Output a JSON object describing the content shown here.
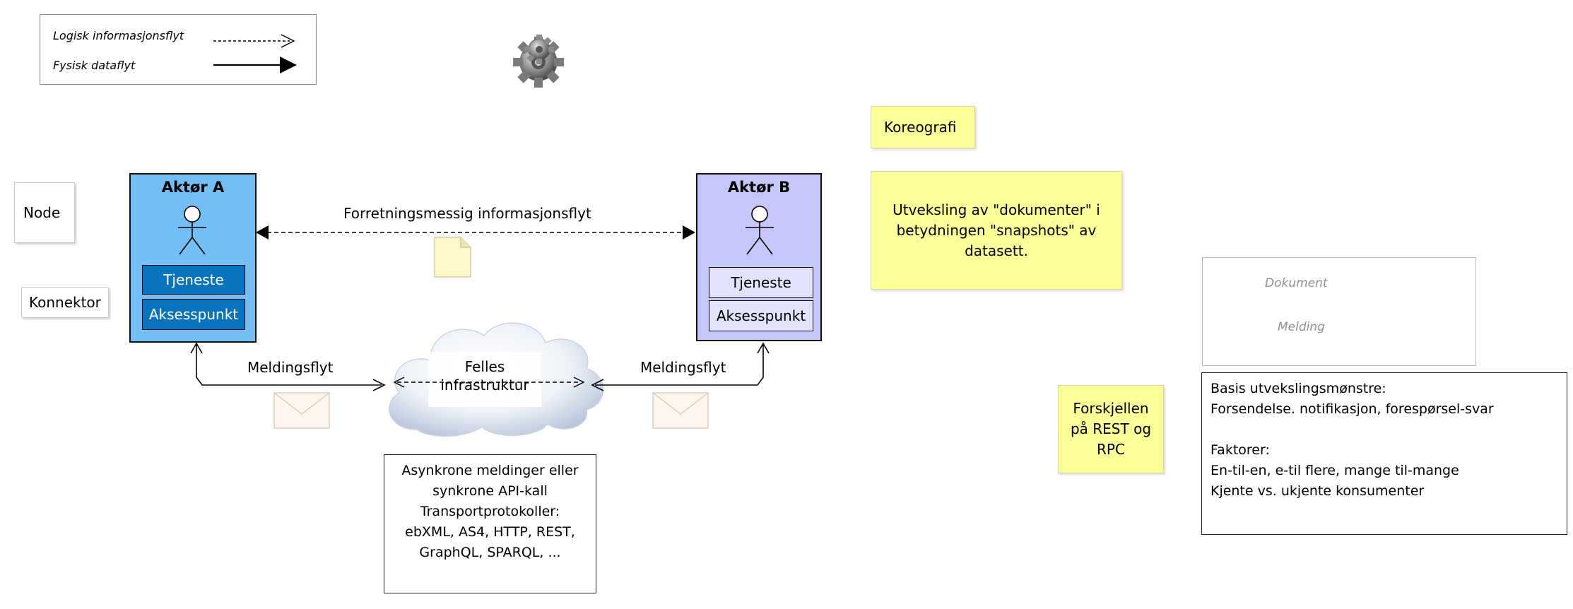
{
  "legend": {
    "logical_flow": "Logisk informasjonsflyt",
    "physical_flow": "Fysisk dataflyt"
  },
  "node_label": "Node",
  "connector_label": "Konnektor",
  "actor_a": {
    "title": "Aktør A",
    "service": "Tjeneste",
    "access_point": "Aksesspunkt"
  },
  "actor_b": {
    "title": "Aktør B",
    "service": "Tjeneste",
    "access_point": "Aksesspunkt"
  },
  "business_flow_label": "Forretningsmessig informasjonsflyt",
  "message_flow_left": "Meldingsflyt",
  "message_flow_right": "Meldingsflyt",
  "cloud": {
    "line1": "Felles",
    "line2": "infrastruktur"
  },
  "async_note": {
    "lines": [
      "Asynkrone meldinger eller",
      "synkrone API-kall",
      "Transportprotokoller:",
      "ebXML, AS4, HTTP, REST,",
      "GraphQL, SPARQL, ..."
    ]
  },
  "koreografi": "Koreografi",
  "snapshot_note": {
    "lines": [
      "Utveksling av \"dokumenter\" i",
      "betydningen \"snapshots\" av",
      "datasett."
    ]
  },
  "rest_note": {
    "lines": [
      "Forskjellen",
      "på REST og",
      "RPC"
    ]
  },
  "doc_legend": {
    "document": "Dokument",
    "message": "Melding"
  },
  "patterns_note": {
    "lines": [
      "Basis utvekslingsmønstre:",
      "Forsendelse. notifikasjon, forespørsel-svar",
      "",
      "Faktorer:",
      "En-til-en, e-til flere, mange til-mange",
      "Kjente vs. ukjente konsumenter"
    ]
  },
  "colors": {
    "actor_a_fill": "#74bef8",
    "actor_b_fill": "#c6c6fb",
    "service_a_fill": "#0a73bd",
    "note_yellow": "#ffff99"
  }
}
